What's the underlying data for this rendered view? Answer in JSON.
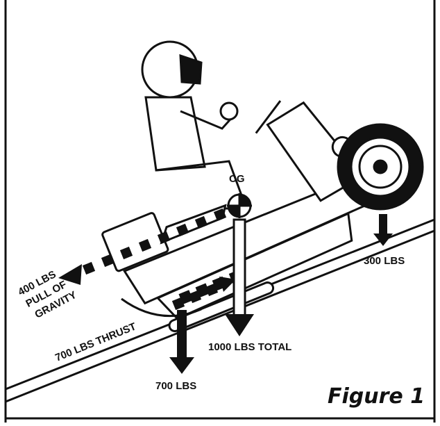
{
  "figure": {
    "title": "Figure 1",
    "labels": {
      "cg": "CG",
      "rear_weight": "300 LBS",
      "total_weight": "1000 LBS TOTAL",
      "front_weight": "700 LBS",
      "thrust": "700 LBS THRUST",
      "gravity_line1": "400 LBS",
      "gravity_line2": "PULL OF",
      "gravity_line3": "GRAVITY"
    }
  }
}
